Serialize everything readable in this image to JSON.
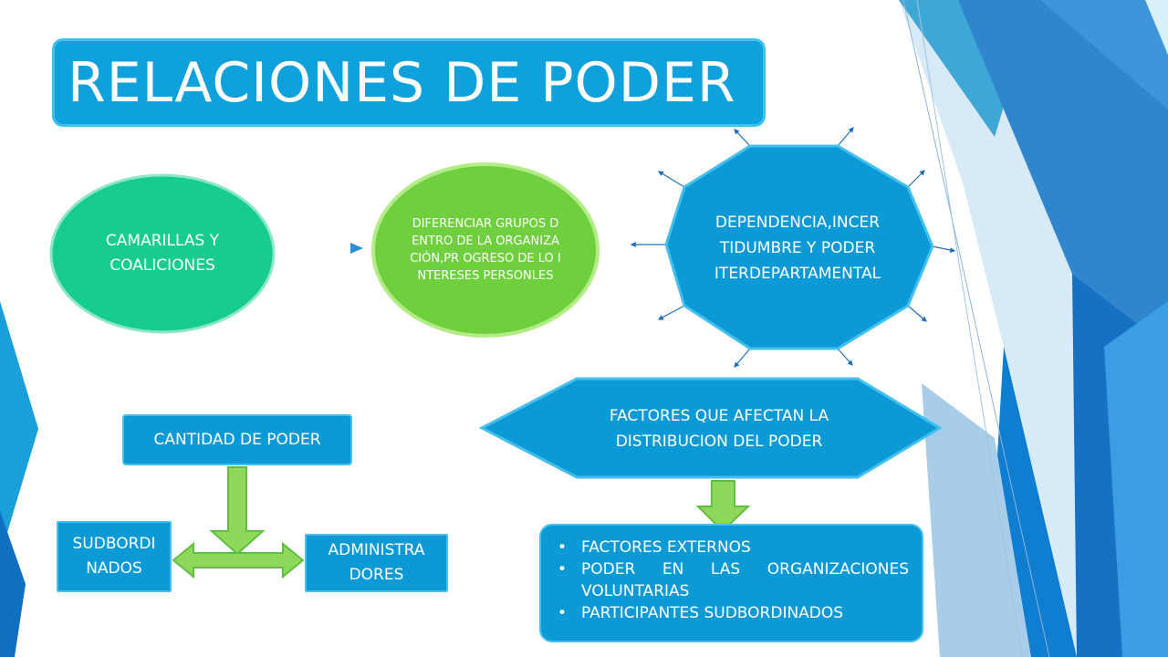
{
  "title": "RELACIONES DE PODER",
  "nodes": {
    "camarillas": "CAMARILLAS Y COALICIONES",
    "diferenciar": "DIFERENCIAR GRUPOS DENTRO DE LA ORGANIZACIÓN,PR OGRESO DE LO INTERESES PERSONLES",
    "dependencia": "DEPENDENCIA,INCER TIDUMBRE Y PODER ITERDEPARTAMENTAL",
    "factores": "FACTORES QUE AFECTAN LA DISTRIBUCION DEL PODER",
    "cantidad": "CANTIDAD DE PODER",
    "subordinados": "SUDBORDI NADOS",
    "administradores": "ADMINISTRA DORES"
  },
  "factores_list": [
    "FACTORES EXTERNOS",
    "PODER EN LAS ORGANIZACIONES VOLUNTARIAS",
    "PARTICIPANTES SUDBORDINADOS"
  ],
  "colors": {
    "accent_blue": "#0c9ad6",
    "teal_green": "#16cc8f",
    "light_green": "#6fcf3f",
    "arrow_green": "#8fd85c"
  }
}
